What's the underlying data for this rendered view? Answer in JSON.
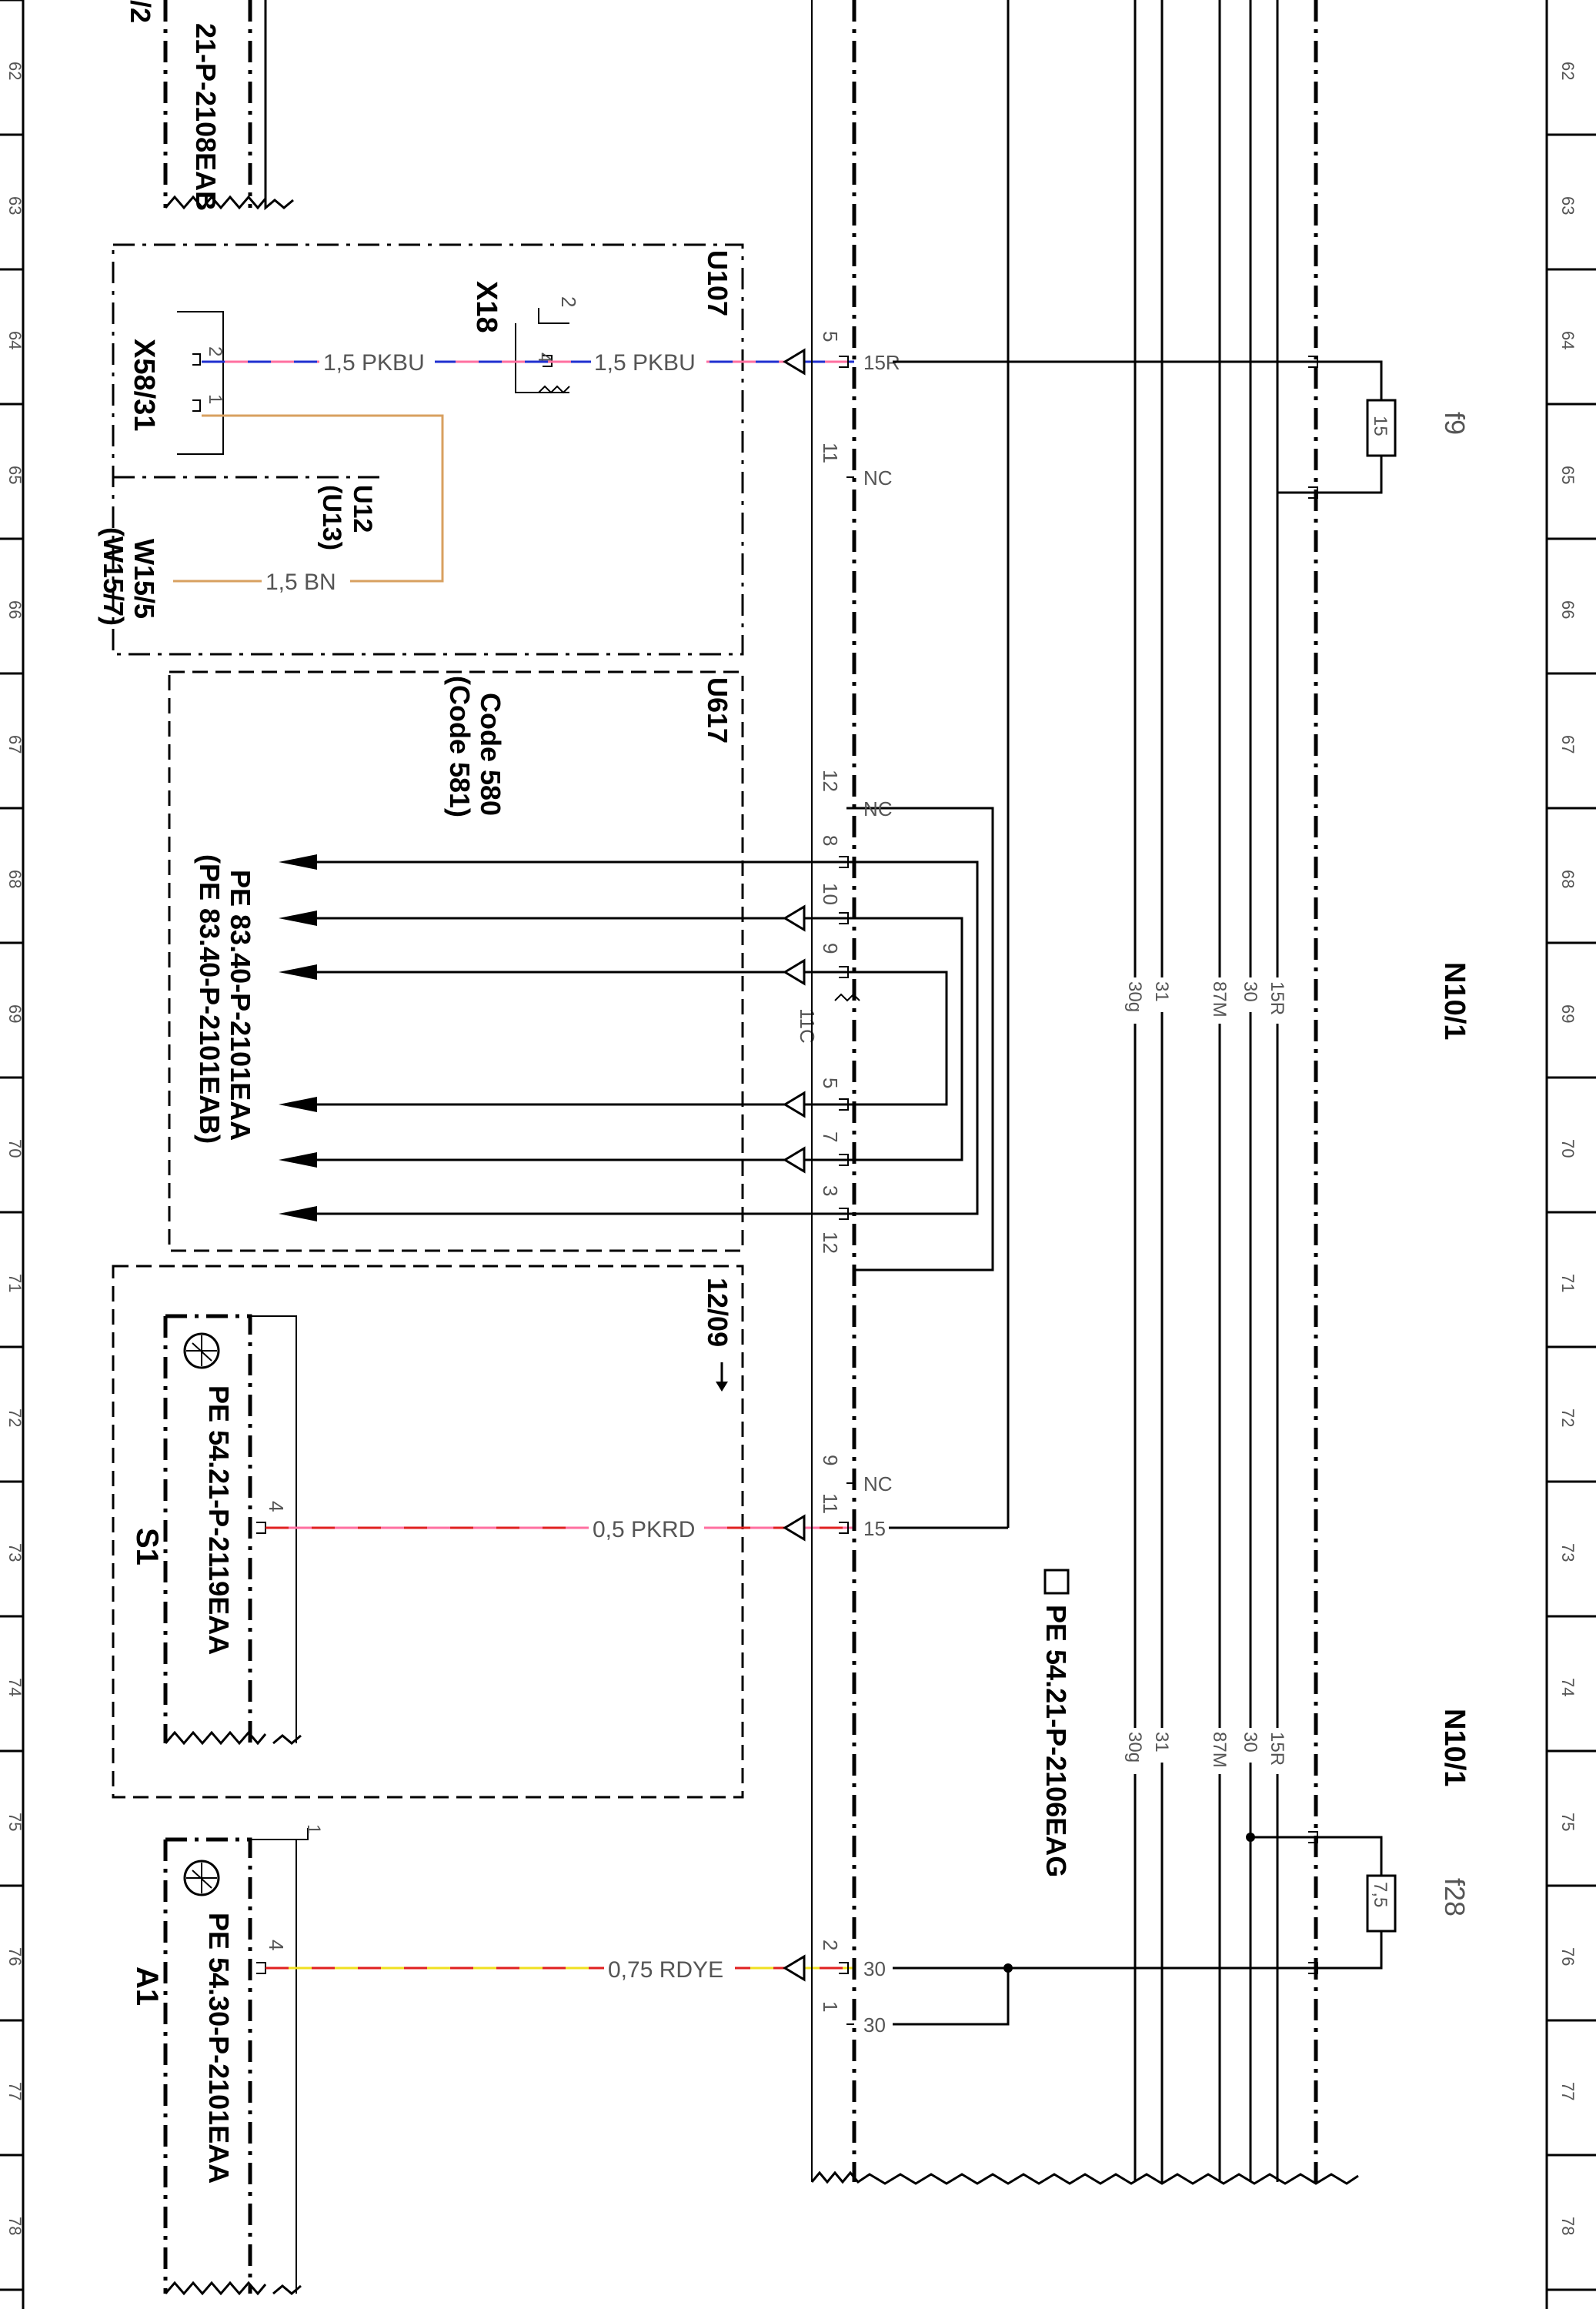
{
  "rulers": {
    "numbers": [
      "62",
      "63",
      "64",
      "65",
      "66",
      "67",
      "68",
      "69",
      "70",
      "71",
      "72",
      "73",
      "74",
      "75",
      "76",
      "77",
      "78"
    ]
  },
  "blocks": {
    "u107": "U107",
    "u617": "U617",
    "u1209": "12/09",
    "u12": "U12",
    "u13": "(U13)",
    "code580": "Code 580",
    "code581": "(Code 581)"
  },
  "components": {
    "x58": "X58/31",
    "x18": "X18",
    "w15": "W15/5",
    "w15b": "(W15/7)",
    "s1": "S1",
    "a1": "A1",
    "n10_top": "N10/1",
    "n10_bot": "N10/1",
    "f9": "f9",
    "f28": "f28",
    "top_ref": "21-P-2108EAB",
    "top_ref2": "/2"
  },
  "wires": {
    "pkbu_left": "1,5 PKBU",
    "pkbu_right": "1,5 PKBU",
    "bn": "1,5 BN",
    "pkrd": "0,5 PKRD",
    "rdye": "0,75 RDYE"
  },
  "pins": {
    "x58_2": "2",
    "x58_1": "1",
    "x18_2": "2",
    "x18_4": "4",
    "u107_5": "5",
    "u107_11": "11",
    "u617_12": "12",
    "u617_8": "8",
    "u617_10": "10",
    "u617_9": "9",
    "u617_11c": "11C",
    "u617_5": "5",
    "u617_7": "7",
    "u617_3": "3",
    "u617_12b": "12",
    "s1_9": "9",
    "s1_11": "11",
    "s1_4": "4",
    "a1_2": "2",
    "a1_1": "1",
    "a1_4": "4",
    "a1_top1": "1"
  },
  "terminals": {
    "t15r": "15R",
    "tnc1": "NC",
    "tnc2": "NC",
    "tnc3": "NC",
    "t15": "15",
    "t30a": "30",
    "t30b": "30"
  },
  "fuses": {
    "f9_val": "15",
    "f28_val": "7,5"
  },
  "bus_top": [
    "15R",
    "30",
    "87M",
    "31",
    "30g"
  ],
  "bus_bot": [
    "15R",
    "30",
    "87M",
    "31",
    "30g"
  ],
  "refs": {
    "pe83a": "PE 83.40-P-2101EAA",
    "pe83b": "(PE 83.40-P-2101EAB)",
    "pe5421_2119": "PE 54.21-P-2119EAA",
    "pe5430": "PE 54.30-P-2101EAA",
    "pe5421_2106": "PE 54.21-P-2106EAG"
  },
  "colors": {
    "pink": "#ff6fa0",
    "blue": "#1f2fd0",
    "brown": "#d8a060",
    "red": "#e02020",
    "yellow": "#f0e020"
  }
}
